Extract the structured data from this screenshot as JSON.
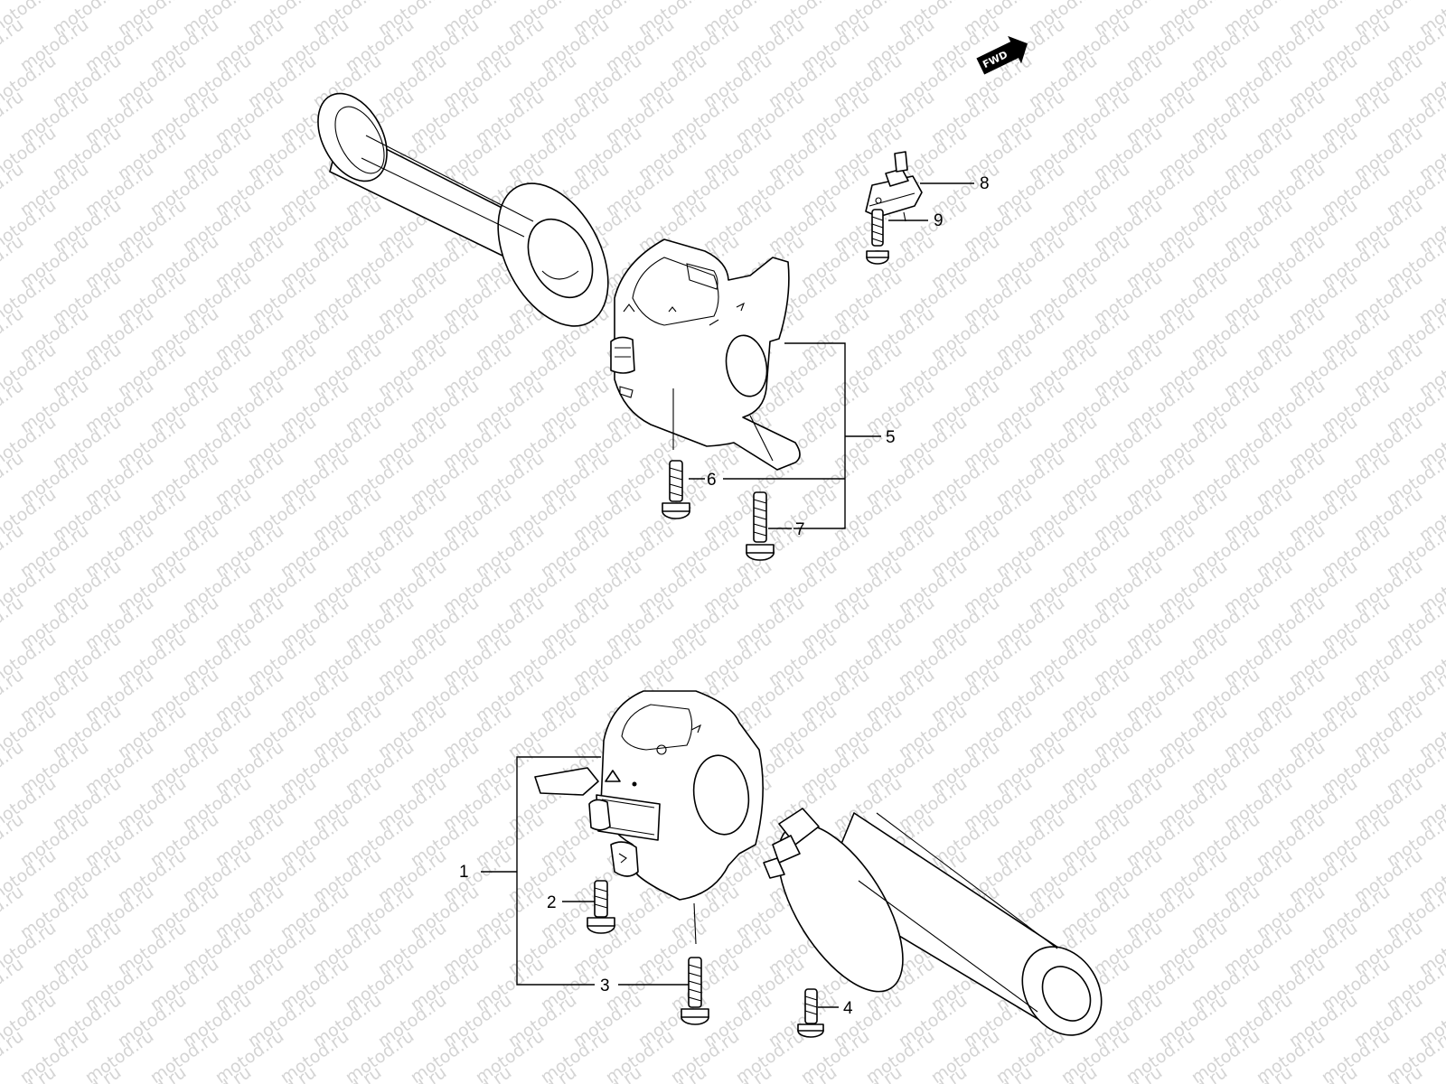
{
  "watermark": {
    "text": "motod.ru",
    "color": "#d4d4d4"
  },
  "direction_badge": {
    "text": "FWD"
  },
  "callouts": [
    {
      "id": "1",
      "label": "1"
    },
    {
      "id": "2",
      "label": "2"
    },
    {
      "id": "3",
      "label": "3"
    },
    {
      "id": "4",
      "label": "4"
    },
    {
      "id": "5",
      "label": "5"
    },
    {
      "id": "6",
      "label": "6"
    },
    {
      "id": "7",
      "label": "7"
    },
    {
      "id": "8",
      "label": "8"
    },
    {
      "id": "9",
      "label": "9"
    }
  ],
  "parts": [
    {
      "name": "handlebar-grip-left",
      "icon": "grip-icon"
    },
    {
      "name": "handlebar-switch-left",
      "icon": "switch-housing-icon"
    },
    {
      "name": "handlebar-switch-right",
      "icon": "switch-housing-icon"
    },
    {
      "name": "throttle-grip-right",
      "icon": "grip-icon"
    },
    {
      "name": "clutch-switch",
      "icon": "switch-icon"
    },
    {
      "name": "screws",
      "icon": "screw-icon"
    }
  ]
}
